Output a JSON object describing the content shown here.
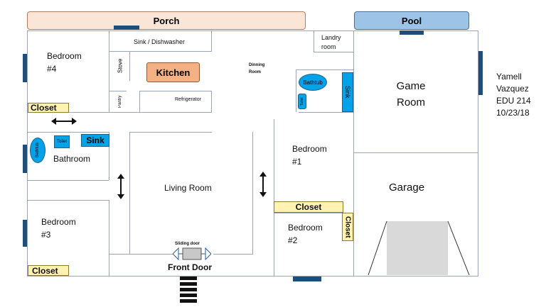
{
  "rooms": {
    "porch": "Porch",
    "pool": "Pool",
    "bedroom4": [
      "Bedroom",
      "#4"
    ],
    "sink_dishwasher": "Sink / Dishwasher",
    "stove": "Stove",
    "kitchen": "Kitchen",
    "pantry": "Pantry",
    "refrigerator": "Refrigerator",
    "dinning_room": [
      "Dinning",
      "Room"
    ],
    "landry_room": [
      "Landry",
      "room"
    ],
    "bathtub_upper": "Bathtub",
    "sink_upper": "Sink",
    "toilet_upper": "Toilet",
    "game_room": [
      "Game",
      "Room"
    ],
    "closet_bed4": "Closet",
    "bathtub_lower": "Bathtub",
    "toilet_lower": "Toilet",
    "sink_lower": "Sink",
    "bathroom": "Bathroom",
    "bedroom1": [
      "Bedroom",
      "#1"
    ],
    "living_room": "Living Room",
    "garage": "Garage",
    "closet_bed1": "Closet",
    "closet_bed2": "Closet",
    "bedroom3": [
      "Bedroom",
      "#3"
    ],
    "bedroom2": [
      "Bedroom",
      "#2"
    ],
    "sliding_door": "Sliding door",
    "front_door": "Front Door",
    "closet_bed3": "Closet"
  },
  "author": {
    "name": "Yamell",
    "surname": "Vazquez",
    "course": "EDU 214",
    "date": "10/23/18"
  },
  "colors": {
    "porch_fill": "#fbe5d6",
    "pool_fill": "#9dc3e6",
    "kitchen_fill": "#f4b183",
    "fixture_blue": "#00a2e8",
    "closet_fill": "#fff2b3",
    "window": "#1f4e79",
    "driveway": "#d9d9d9"
  }
}
